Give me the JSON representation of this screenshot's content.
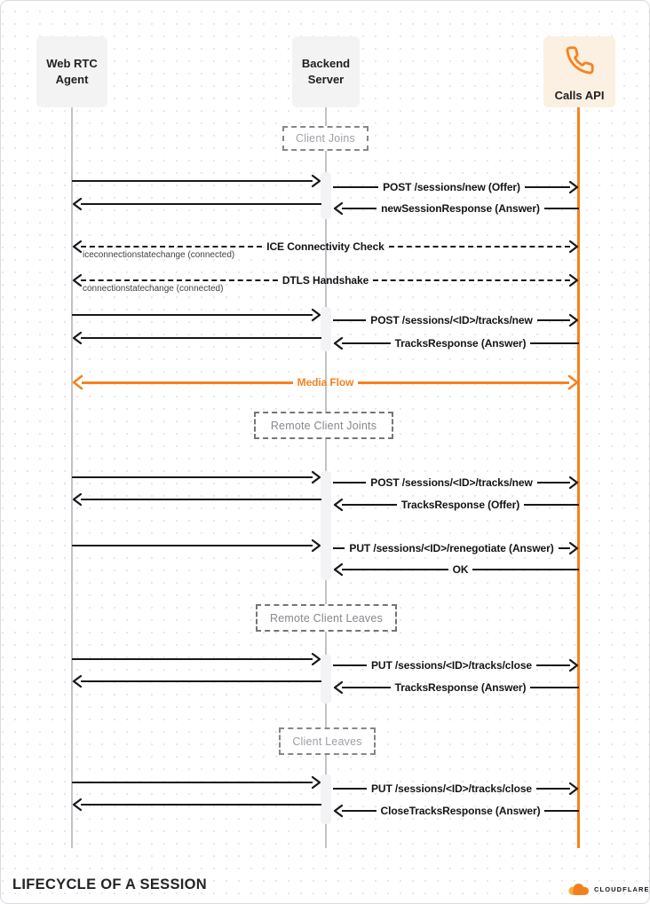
{
  "diagram": {
    "type": "sequence",
    "accent_color": "#f6821f",
    "actor_box_gray": "#f3f3f4",
    "calls_box_bg": "#fbf0e1",
    "arrow_color": "#18181c",
    "actors": [
      {
        "label": "Web RTC Agent"
      },
      {
        "label": "Backend Server"
      },
      {
        "label": "Calls API",
        "icon": "phone-icon"
      }
    ],
    "phases": [
      {
        "label": "Client Joins"
      },
      {
        "label": "Remote Client Joints"
      },
      {
        "label": "Remote Client Leaves"
      },
      {
        "label": "Client Leaves"
      }
    ],
    "messages": [
      {
        "label": "POST /sessions/new (Offer)",
        "from": "Backend Server",
        "to": "Calls API"
      },
      {
        "label": "newSessionResponse (Answer)",
        "from": "Calls API",
        "to": "Backend Server"
      },
      {
        "label": "ICE Connectivity Check",
        "style": "dashed-bidirectional",
        "note": "iceconnectionstatechange (connected)"
      },
      {
        "label": "DTLS Handshake",
        "style": "dashed-bidirectional",
        "note": "connectionstatechange (connected)"
      },
      {
        "label": "POST /sessions/<ID>/tracks/new",
        "from": "Backend Server",
        "to": "Calls API"
      },
      {
        "label": "TracksResponse (Answer)",
        "from": "Calls API",
        "to": "Backend Server"
      },
      {
        "label": "Media Flow",
        "style": "orange-bidirectional"
      },
      {
        "label": "POST /sessions/<ID>/tracks/new",
        "from": "Backend Server",
        "to": "Calls API"
      },
      {
        "label": "TracksResponse (Offer)",
        "from": "Calls API",
        "to": "Backend Server"
      },
      {
        "label": "PUT /sessions/<ID>/renegotiate (Answer)",
        "from": "Backend Server",
        "to": "Calls API"
      },
      {
        "label": "OK",
        "from": "Calls API",
        "to": "Backend Server"
      },
      {
        "label": "PUT /sessions/<ID>/tracks/close",
        "from": "Backend Server",
        "to": "Calls API"
      },
      {
        "label": "TracksResponse (Answer)",
        "from": "Calls API",
        "to": "Backend Server"
      },
      {
        "label": "PUT /sessions/<ID>/tracks/close",
        "from": "Backend Server",
        "to": "Calls API"
      },
      {
        "label": "CloseTracksResponse (Answer)",
        "from": "Calls API",
        "to": "Backend Server"
      }
    ]
  },
  "footer": {
    "title": "LIFECYCLE OF A SESSION",
    "brand": "CLOUDFLARE"
  }
}
